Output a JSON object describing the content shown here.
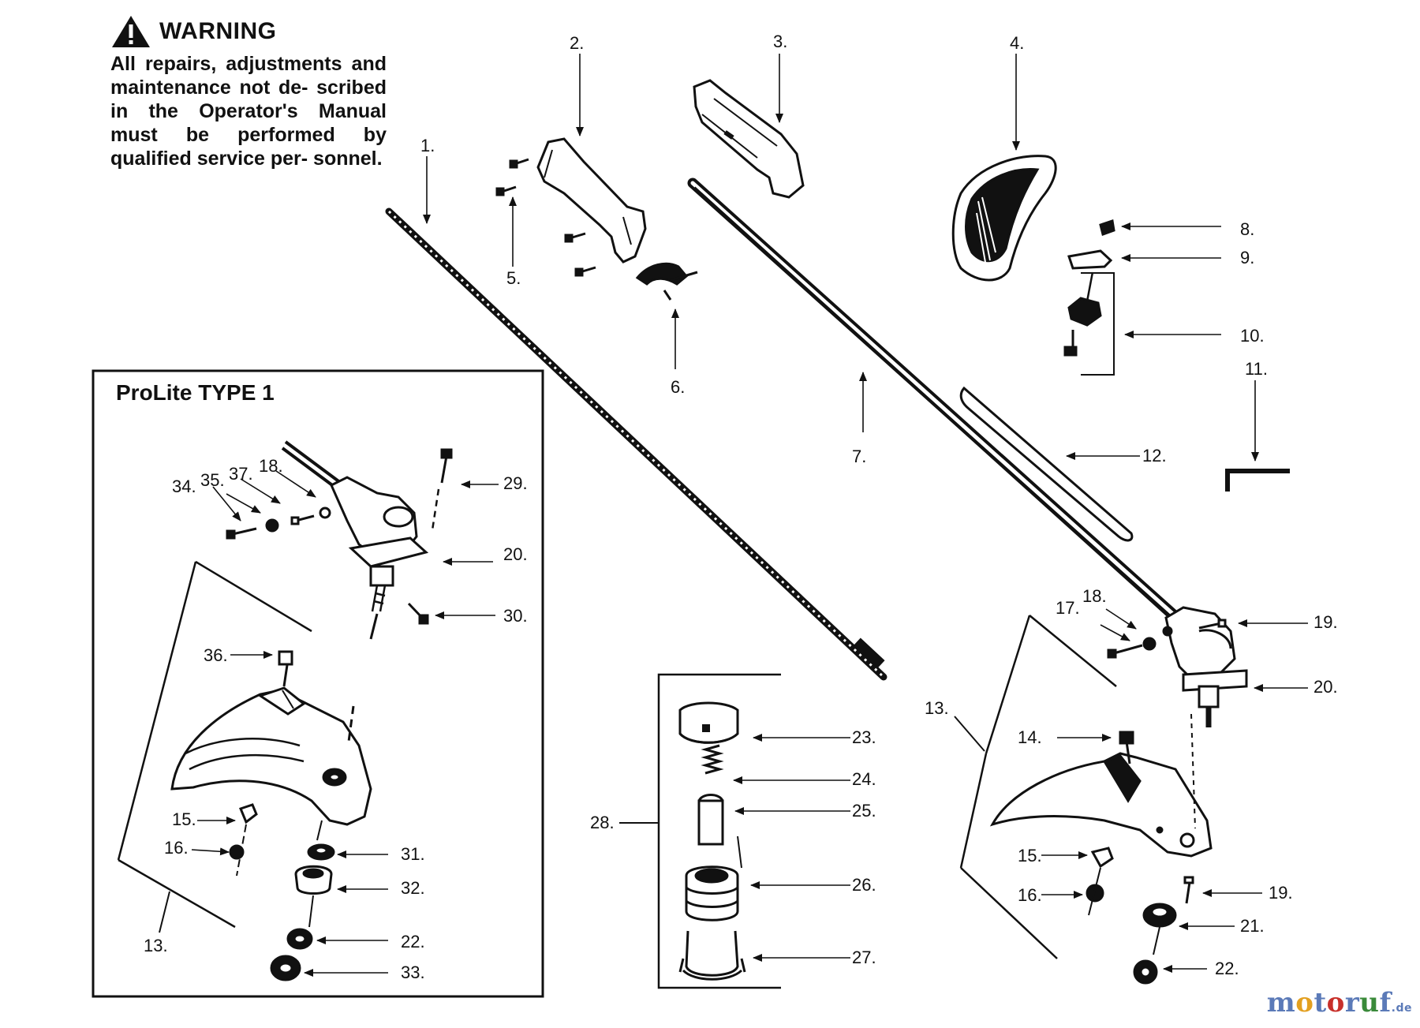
{
  "warning": {
    "heading": "WARNING",
    "body": "All repairs, adjustments and maintenance not de- scribed in the Operator's Manual must be performed by qualified service per- sonnel."
  },
  "type_box": {
    "title": "ProLite TYPE 1"
  },
  "callouts": {
    "c1": "1.",
    "c2": "2.",
    "c3": "3.",
    "c4": "4.",
    "c5": "5.",
    "c6": "6.",
    "c7": "7.",
    "c8": "8.",
    "c9": "9.",
    "c10": "10.",
    "c11": "11.",
    "c12": "12.",
    "c13_main": "13.",
    "c14": "14.",
    "c15_main": "15.",
    "c16_main": "16.",
    "c17": "17.",
    "c18_main": "18.",
    "c19_top": "19.",
    "c19_bottom": "19.",
    "c20_main": "20.",
    "c21": "21.",
    "c22_main": "22.",
    "c23": "23.",
    "c24": "24.",
    "c25": "25.",
    "c26": "26.",
    "c27": "27.",
    "c28": "28.",
    "c34": "34.",
    "c35": "35.",
    "c37": "37.",
    "c18_box": "18.",
    "c29": "29.",
    "c20_box": "20.",
    "c30": "30.",
    "c36": "36.",
    "c15_box": "15.",
    "c16_box": "16.",
    "c31": "31.",
    "c32": "32.",
    "c22_box": "22.",
    "c33": "33.",
    "c13_box": "13."
  },
  "watermark": {
    "m": "m",
    "o1": "o",
    "t": "t",
    "o2": "o",
    "r": "r",
    "u": "u",
    "f": "f",
    "tld": ".de"
  },
  "colors": {
    "ink": "#111111",
    "paper": "#ffffff",
    "watermark_blue": "#5b7ab8"
  }
}
